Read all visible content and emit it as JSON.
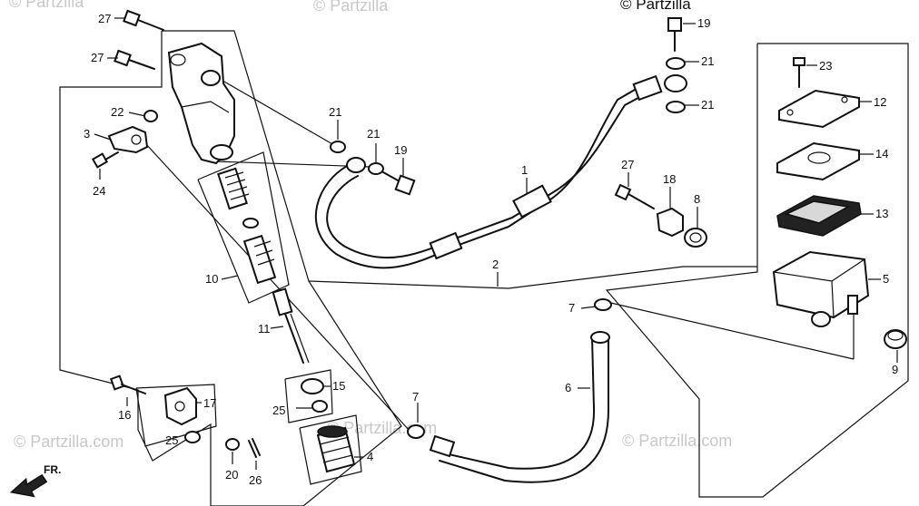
{
  "copyright": "© Partzilla",
  "watermark": "© Partzilla.com",
  "direction_label": "FR.",
  "callouts": {
    "c27a": "27",
    "c27b": "27",
    "c22": "22",
    "c3": "3",
    "c24": "24",
    "c10": "10",
    "c11": "11",
    "c16": "16",
    "c17": "17",
    "c25a": "25",
    "c20": "20",
    "c26": "26",
    "c15": "15",
    "c25b": "25",
    "c4": "4",
    "c7a": "7",
    "c21a": "21",
    "c21b": "21",
    "c19a": "19",
    "c2": "2",
    "c1": "1",
    "c19b": "19",
    "c21c": "21",
    "c21d": "21",
    "c27c": "27",
    "c18": "18",
    "c8": "8",
    "c7b": "7",
    "c6": "6",
    "c23": "23",
    "c12": "12",
    "c14": "14",
    "c13": "13",
    "c5": "5",
    "c9": "9"
  }
}
